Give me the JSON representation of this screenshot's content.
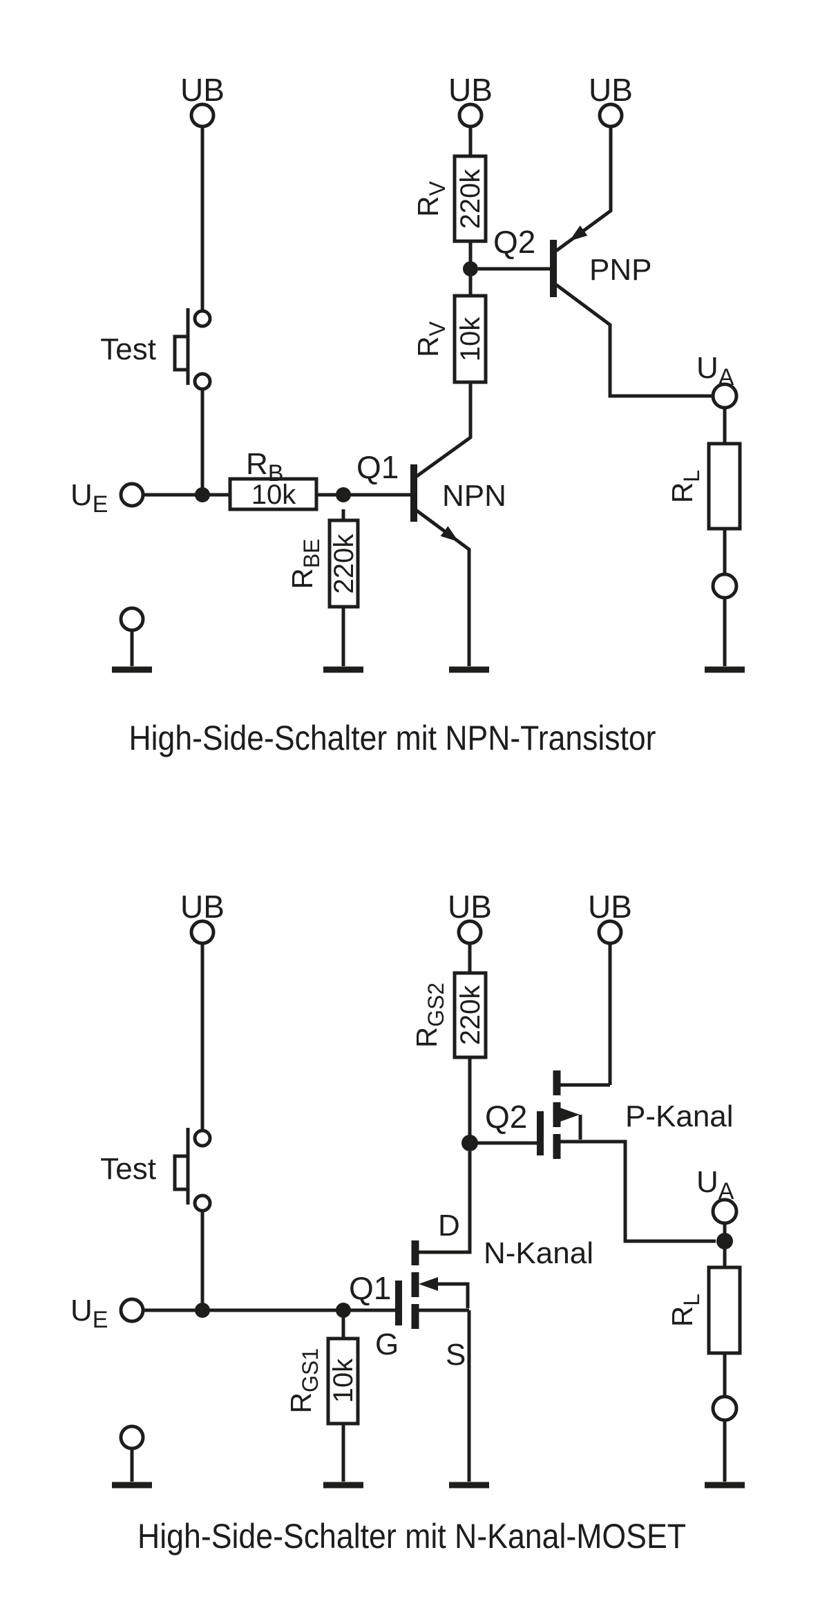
{
  "colors": {
    "line": "#1d1d1b",
    "load_fill": "#faf6d8",
    "background": "#ffffff"
  },
  "circuit1": {
    "caption": "High-Side-Schalter mit NPN-Transistor",
    "supply_label_1": "UB",
    "supply_label_2": "UB",
    "supply_label_3": "UB",
    "test_button": "Test",
    "input": {
      "main": "U",
      "sub": "E"
    },
    "output": {
      "main": "U",
      "sub": "A"
    },
    "r_b": {
      "name": "R",
      "sub": "B",
      "value": "10k"
    },
    "r_be": {
      "name": "R",
      "sub": "BE",
      "value": "220k"
    },
    "r_v1": {
      "name": "R",
      "sub": "V",
      "value": "220k"
    },
    "r_v2": {
      "name": "R",
      "sub": "V",
      "value": "10k"
    },
    "r_l": {
      "name": "R",
      "sub": "L"
    },
    "q1": {
      "designator": "Q1",
      "type": "NPN"
    },
    "q2": {
      "designator": "Q2",
      "type": "PNP"
    }
  },
  "circuit2": {
    "caption": "High-Side-Schalter mit N-Kanal-MOSET",
    "supply_label_1": "UB",
    "supply_label_2": "UB",
    "supply_label_3": "UB",
    "test_button": "Test",
    "input": {
      "main": "U",
      "sub": "E"
    },
    "output": {
      "main": "U",
      "sub": "A"
    },
    "r_gs1": {
      "name": "R",
      "sub": "GS1",
      "value": "10k"
    },
    "r_gs2": {
      "name": "R",
      "sub": "GS2",
      "value": "220k"
    },
    "r_l": {
      "name": "R",
      "sub": "L"
    },
    "q1": {
      "designator": "Q1",
      "type": "N-Kanal",
      "pin_g": "G",
      "pin_d": "D",
      "pin_s": "S"
    },
    "q2": {
      "designator": "Q2",
      "type": "P-Kanal"
    }
  }
}
